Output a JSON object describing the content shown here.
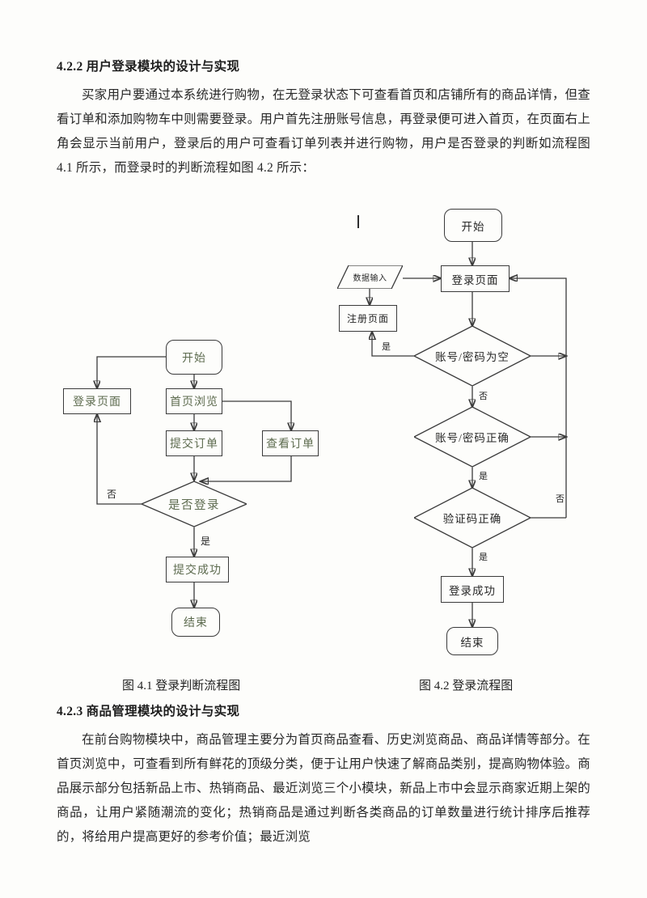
{
  "document": {
    "section_1": {
      "heading": "4.2.2 用户登录模块的设计与实现",
      "body": "买家用户要通过本系统进行购物，在无登录状态下可查看首页和店铺所有的商品详情，但查看订单和添加购物车中则需要登录。用户首先注册账号信息，再登录便可进入首页，在页面右上角会显示当前用户，登录后的用户可查看订单列表并进行购物，用户是否登录的判断如流程图 4.1 所示，而登录时的判断流程如图 4.2 所示："
    },
    "section_2": {
      "heading": "4.2.3 商品管理模块的设计与实现",
      "body": "在前台购物模块中，商品管理主要分为首页商品查看、历史浏览商品、商品详情等部分。在首页浏览中，可查看到所有鲜花的顶级分类，便于让用户快速了解商品类别，提高购物体验。商品展示部分包括新品上市、热销商品、最近浏览三个小模块，新品上市中会显示商家近期上架的商品，让用户紧随潮流的变化；热销商品是通过判断各类商品的订单数量进行统计排序后推荐的，将给用户提高更好的参考价值；最近浏览"
    },
    "figure_1": {
      "caption": "图 4.1 登录判断流程图",
      "nodes": {
        "start": "开始",
        "login_page": "登录页面",
        "home_browse": "首页浏览",
        "submit_order": "提交订单",
        "view_order": "查看订单",
        "is_logged_in": "是否登录",
        "submit_success": "提交成功",
        "end": "结束"
      },
      "edge_labels": {
        "no": "否",
        "yes": "是"
      },
      "text_color": "#5d6b4f",
      "line_color": "#3b3b3b"
    },
    "figure_2": {
      "caption": "图 4.2 登录流程图",
      "nodes": {
        "start": "开始",
        "data_input": "数据输入",
        "register_page": "注册页面",
        "login_page": "登录页面",
        "account_empty": "账号/密码为空",
        "account_correct": "账号/密码正确",
        "captcha_correct": "验证码正确",
        "login_success": "登录成功",
        "end": "结束"
      },
      "edge_labels": {
        "yes_register": "是",
        "no_empty": "否",
        "yes_correct": "是",
        "no_return": "否",
        "yes_captcha": "是"
      },
      "text_color": "#272727",
      "line_color": "#3b3b3b"
    }
  }
}
